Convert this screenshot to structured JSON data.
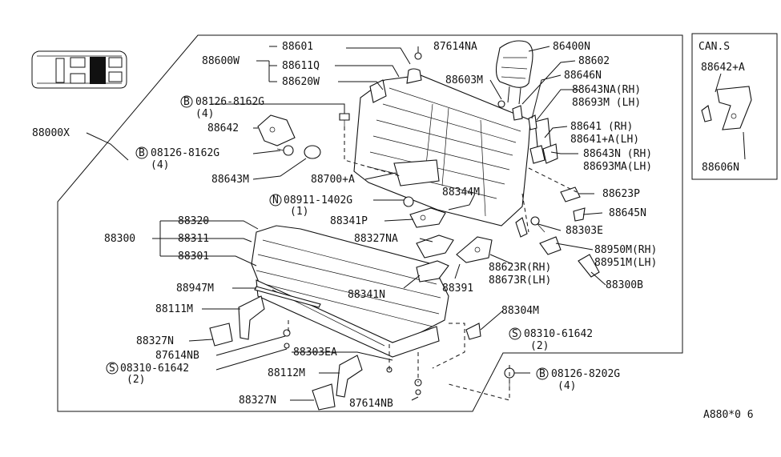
{
  "diagram": {
    "code": "A880*0 6",
    "can_s_box": {
      "title": "CAN.S",
      "parts": [
        "88642+A",
        "88606N"
      ]
    },
    "labels": {
      "l88000X": "88000X",
      "l88600W": "88600W",
      "l88601": "88601",
      "l88611Q": "88611Q",
      "l88620W": "88620W",
      "l87614NA": "87614NA",
      "l86400N": "86400N",
      "l88602": "88602",
      "l88603M": "88603M",
      "l88646N": "88646N",
      "l88643NA": "88643NA(RH)",
      "l88693M": "88693M (LH)",
      "l88641": "88641  (RH)",
      "l88641A": "88641+A(LH)",
      "l88643N": "88643N (RH)",
      "l88693MA": "88693MA(LH)",
      "l08126_8162G_a": "08126-8162G",
      "l08126_8162G_a_qty": "(4)",
      "l88642": "88642",
      "l08126_8162G_b": "08126-8162G",
      "l08126_8162G_b_qty": "(4)",
      "l88643M": "88643M",
      "l88700A": "88700+A",
      "l08911_1402G": "08911-1402G",
      "l08911_1402G_qty": "(1)",
      "l88344M": "88344M",
      "l88623P": "88623P",
      "l88645N": "88645N",
      "l88341P": "88341P",
      "l88303E": "88303E",
      "l88320": "88320",
      "l88300": "88300",
      "l88311": "88311",
      "l88327NA": "88327NA",
      "l88950M": "88950M(RH)",
      "l88951M": "88951M(LH)",
      "l88301": "88301",
      "l88623R": "88623R(RH)",
      "l88673R": "88673R(LH)",
      "l88300B": "88300B",
      "l88391": "88391",
      "l88947M": "88947M",
      "l88341N": "88341N",
      "l88111M": "88111M",
      "l88304M": "88304M",
      "l88327N_a": "88327N",
      "l08310_61642_a": "08310-61642",
      "l08310_61642_a_qty": "(2)",
      "l87614NB_a": "87614NB",
      "l88303EA": "88303EA",
      "l08310_61642_b": "08310-61642",
      "l08310_61642_b_qty": "(2)",
      "l88112M": "88112M",
      "l08126_8202G": "08126-8202G",
      "l08126_8202G_qty": "(4)",
      "l88327N_b": "88327N",
      "l87614NB_b": "87614NB"
    },
    "symbols": {
      "bolt": "B",
      "nut": "N",
      "screw": "S"
    }
  }
}
